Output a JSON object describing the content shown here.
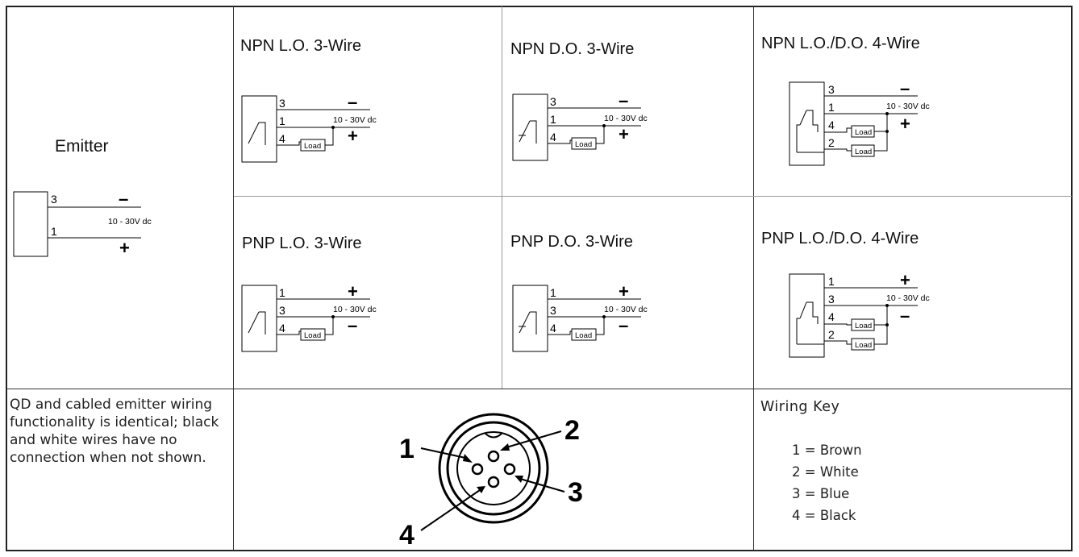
{
  "emitter": {
    "title": "Emitter",
    "pin_top": "3",
    "pin_bottom": "1",
    "sign_top": "–",
    "sign_bottom": "+",
    "voltage": "10 - 30V dc"
  },
  "diagrams": [
    {
      "title": "NPN L.O. 3-Wire",
      "pins": [
        "3",
        "1",
        "4"
      ],
      "signs": [
        "–",
        "+"
      ],
      "voltage": "10 - 30V dc",
      "load": "Load"
    },
    {
      "title": "NPN D.O. 3-Wire",
      "pins": [
        "3",
        "1",
        "4"
      ],
      "signs": [
        "–",
        "+"
      ],
      "voltage": "10 - 30V dc",
      "load": "Load"
    },
    {
      "title": "NPN L.O./D.O. 4-Wire",
      "pins": [
        "3",
        "1",
        "4",
        "2"
      ],
      "signs": [
        "–",
        "+"
      ],
      "voltage": "10 - 30V dc",
      "load": "Load"
    },
    {
      "title": "PNP L.O. 3-Wire",
      "pins": [
        "1",
        "3",
        "4"
      ],
      "signs": [
        "+",
        "–"
      ],
      "voltage": "10 - 30V dc",
      "load": "Load"
    },
    {
      "title": "PNP D.O. 3-Wire",
      "pins": [
        "1",
        "3",
        "4"
      ],
      "signs": [
        "+",
        "–"
      ],
      "voltage": "10 - 30V dc",
      "load": "Load"
    },
    {
      "title": "PNP L.O./D.O. 4-Wire",
      "pins": [
        "1",
        "3",
        "4",
        "2"
      ],
      "signs": [
        "+",
        "–"
      ],
      "voltage": "10 - 30V dc",
      "load": "Load"
    }
  ],
  "note": "QD and cabled emitter wiring functionality is identical; black and white wires have no connection when not shown.",
  "connector": {
    "pins": [
      "1",
      "2",
      "3",
      "4"
    ]
  },
  "wiring_key": {
    "title": "Wiring Key",
    "items": [
      "1 = Brown",
      "2 = White",
      "3 = Blue",
      "4 = Black"
    ]
  }
}
